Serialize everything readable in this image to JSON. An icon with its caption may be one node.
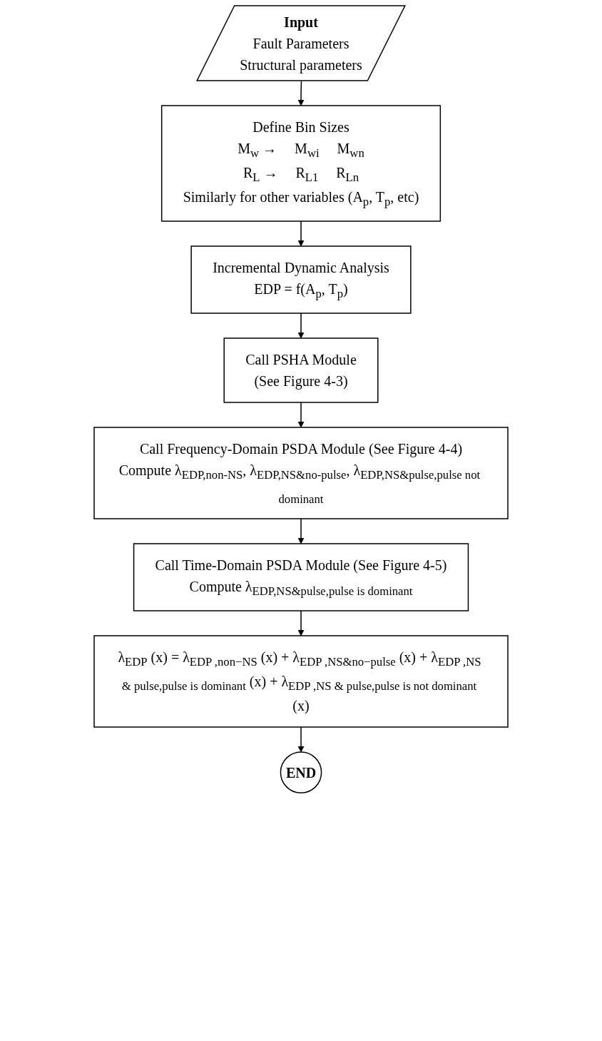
{
  "diagram": {
    "nodes": [
      {
        "text": [
          "Input",
          "Fault Parameters",
          "Structural parameters"
        ]
      },
      {
        "text": [
          "Define Bin Sizes",
          "M$_{w}$ →",
          "M$_{wi}$",
          "M$_{wn}$",
          "R$_{L}$ →",
          "R$_{L1}$",
          "R$_{Ln}$",
          "Similarly for other variables (A$_{p}$, T$_{p}$, etc)"
        ]
      },
      {
        "text": [
          "Incremental Dynamic Analysis",
          "EDP = f(A$_{p}$, T$_{p}$)"
        ]
      },
      {
        "text": [
          "Call PSHA Module",
          "(See Figure 4-3)"
        ]
      },
      {
        "text": [
          "Call Frequency-Domain PSDA Module (See Figure 4-4)",
          "Compute λ$_{EDP,non-NS}$, λ$_{EDP,NS&no-pulse}$, λ$_{EDP,NS&pulse,pulse not dominant}$"
        ]
      },
      {
        "text": [
          "Call Time-Domain PSDA Module (See Figure 4-5)",
          "Compute λ$_{EDP,NS&pulse,pulse is dominant}$"
        ]
      },
      {
        "text": [
          "λ$_{EDP}$ (x) = λ$_{EDP ,non−NS}$ (x) + λ$_{EDP ,NS&no−pulse}$ (x) + λ$_{EDP ,NS & pulse,pulse is dominant}$ (x) + λ$_{EDP ,NS & pulse,pulse is not dominant}$ (x)"
        ]
      },
      {
        "text": [
          "END"
        ]
      }
    ],
    "edges": [
      {
        "from": 0,
        "to": 1,
        "arrow": "to"
      },
      {
        "from": 1,
        "to": 2,
        "arrow": "to"
      },
      {
        "from": 2,
        "to": 3,
        "arrow": "to"
      },
      {
        "from": 3,
        "to": 4,
        "arrow": "to"
      },
      {
        "from": 4,
        "to": 5,
        "arrow": "to"
      },
      {
        "from": 5,
        "to": 6,
        "arrow": "to"
      },
      {
        "from": 6,
        "to": 7,
        "arrow": "to"
      }
    ]
  }
}
